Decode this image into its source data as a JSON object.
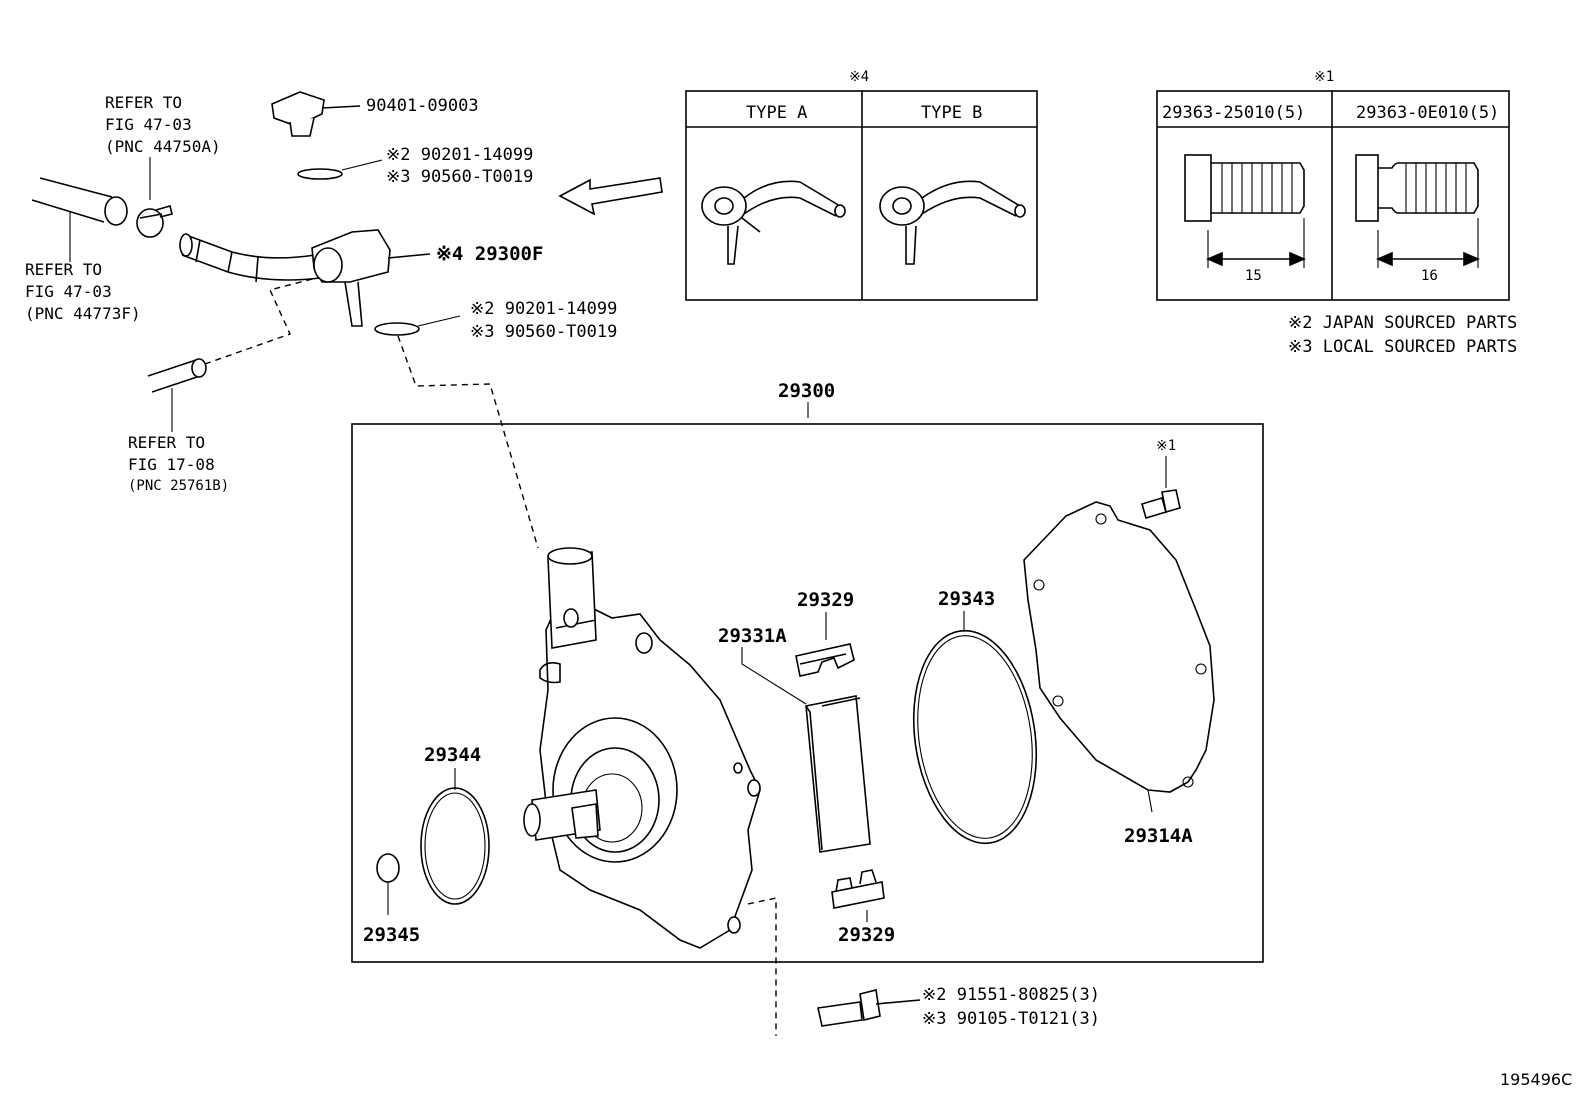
{
  "references": {
    "fig4703a": {
      "l1": "REFER TO",
      "l2": "FIG 47-03",
      "l3": "(PNC 44750A)"
    },
    "fig4703f": {
      "l1": "REFER TO",
      "l2": "FIG 47-03",
      "l3": "(PNC 44773F)"
    },
    "fig1708": {
      "l1": "REFER TO",
      "l2": "FIG 17-08",
      "l3": "(PNC 25761B)"
    }
  },
  "parts": {
    "p90401": "90401-09003",
    "gasket_top_1": "※2 90201-14099",
    "gasket_top_2": "※3 90560-T0019",
    "union": "※4 29300F",
    "gasket_mid_1": "※2 90201-14099",
    "gasket_mid_2": "※3 90560-T0019",
    "assembly": "29300",
    "p29344": "29344",
    "p29345": "29345",
    "p29331a": "29331A",
    "p29329_top": "29329",
    "p29329_bot": "29329",
    "p29343": "29343",
    "p29314a": "29314A",
    "bolt_note": "※1",
    "bolt_1": "※2 91551-80825(3)",
    "bolt_2": "※3 90105-T0121(3)"
  },
  "type_table": {
    "note": "※4",
    "col_a": "TYPE A",
    "col_b": "TYPE B"
  },
  "screw_table": {
    "note": "※1",
    "col_1": "29363-25010(5)",
    "col_2": "29363-0E010(5)",
    "dim_1": "15",
    "dim_2": "16"
  },
  "legend": {
    "line1": "※2 JAPAN SOURCED PARTS",
    "line2": "※3 LOCAL SOURCED PARTS"
  },
  "figure_id": "195496C"
}
